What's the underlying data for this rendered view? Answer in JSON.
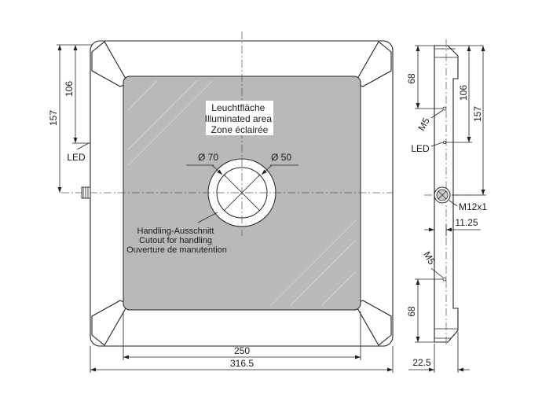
{
  "front_view": {
    "illuminated_area_label": [
      "Leuchtfläche",
      "Illuminated area",
      "Zone éclairée"
    ],
    "handling_label": [
      "Handling-Ausschnitt",
      "Cutout for handling",
      "Ouverture de manutention"
    ],
    "diameter_outer": "Ø 70",
    "diameter_inner": "Ø 50",
    "dim_width_area": "250",
    "dim_width_total": "316.5",
    "dim_height_157": "157",
    "dim_height_106": "106",
    "led_label": "LED"
  },
  "side_view": {
    "dim_68_top": "68",
    "dim_106": "106",
    "dim_157": "157",
    "m5_top": "M5",
    "m5_bottom": "M5",
    "led_label": "LED",
    "connector_label": "M12x1",
    "dim_11_25": "11.25",
    "dim_68_bottom": "68",
    "dim_depth": "22.5"
  },
  "colors": {
    "illuminated_fill": "#b9b9b9",
    "line": "#222222"
  }
}
